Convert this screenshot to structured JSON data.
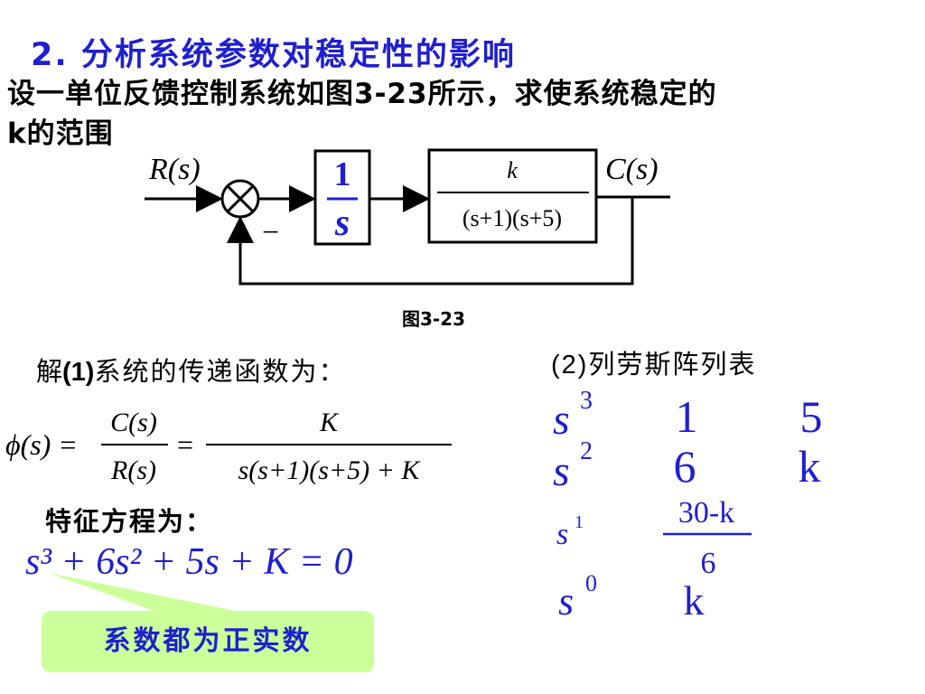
{
  "title": "2. 分析系统参数对稳定性的影响",
  "problem": {
    "line1": "设一单位反馈控制系统如图3-23所示，求使系统稳定的",
    "line2": "k的范围"
  },
  "diagram": {
    "input_label": "R(s)",
    "output_label": "C(s)",
    "minus_sign": "−",
    "block1": {
      "num": "1",
      "den": "s"
    },
    "block2": {
      "num": "k",
      "den": "(s+1)(s+5)"
    },
    "caption": "图3-23"
  },
  "solution": {
    "step1_prefix": "解",
    "step1_num": "(1)",
    "step1_text": "系统的传递函数为：",
    "tf_lhs": "ϕ(s) =",
    "tf_frac1": {
      "num": "C(s)",
      "den": "R(s)"
    },
    "tf_eq": "=",
    "tf_frac2": {
      "num": "K",
      "den": "s(s+1)(s+5) + K"
    },
    "char_eq_label": "特征方程为：",
    "char_eq": "s³ + 6s² + 5s + K = 0",
    "callout": "系数都为正实数"
  },
  "routh": {
    "heading_num": "(2)",
    "heading_text": "列劳斯阵列表",
    "rows": [
      {
        "power": "s",
        "exp": "3",
        "c1": "1",
        "c2": "5"
      },
      {
        "power": "s",
        "exp": "2",
        "c1": "6",
        "c2": "k"
      },
      {
        "power": "s",
        "exp": "1",
        "c1_num": "30-k",
        "c1_den": "6"
      },
      {
        "power": "s",
        "exp": "0",
        "c1": "k"
      }
    ]
  }
}
